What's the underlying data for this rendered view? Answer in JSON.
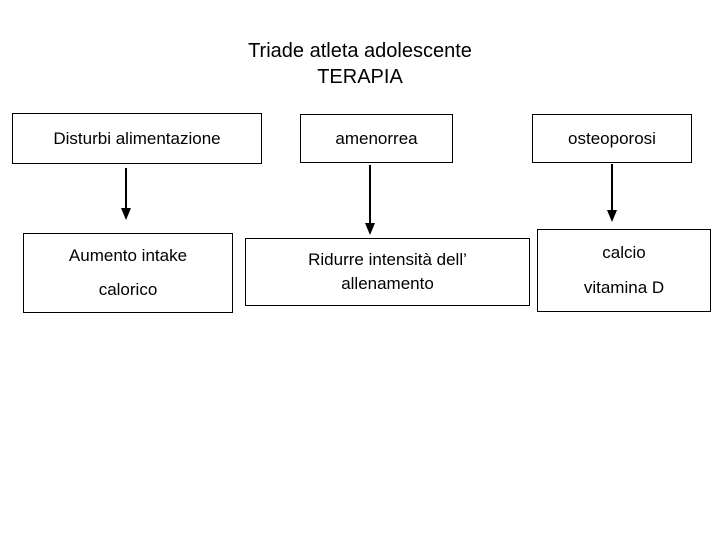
{
  "slide": {
    "title": {
      "line1": "Triade atleta adolescente",
      "line2": "TERAPIA"
    },
    "conditions": [
      {
        "label": "Disturbi alimentazione"
      },
      {
        "label": "amenorrea"
      },
      {
        "label": "osteoporosi"
      }
    ],
    "treatments": [
      {
        "line1": "Aumento intake",
        "line2": "calorico"
      },
      {
        "line1": "Ridurre intensità dell’",
        "line2": "allenamento"
      },
      {
        "line1": "calcio",
        "line2": "vitamina D"
      }
    ],
    "arrows": [
      {
        "name": "arrow-disturbi-to-intake"
      },
      {
        "name": "arrow-amenorrea-to-ridurre"
      },
      {
        "name": "arrow-osteoporosi-to-calcio"
      }
    ],
    "colors": {
      "background": "#ffffff",
      "text": "#000000",
      "border": "#000000",
      "arrow": "#000000"
    }
  }
}
